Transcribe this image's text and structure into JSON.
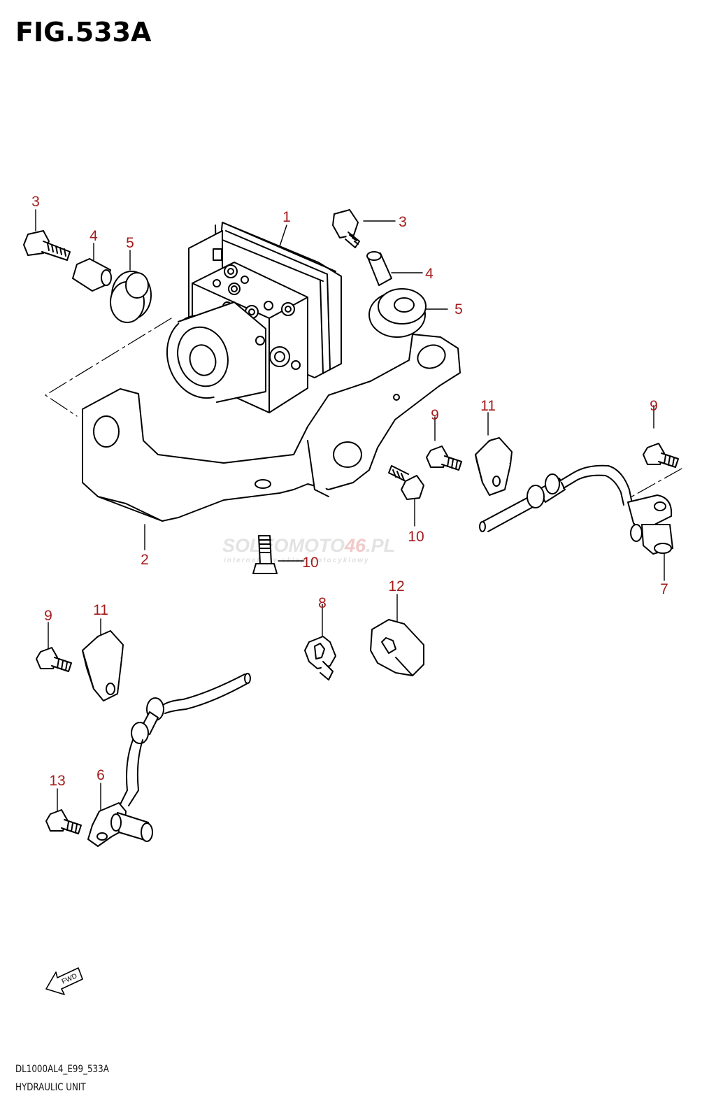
{
  "figure": {
    "title": "FIG.533A",
    "code": "DL1000AL4_E99_533A",
    "name": "HYDRAULIC UNIT"
  },
  "watermark": {
    "part1": "SOLEOMOTO",
    "part2": "46",
    "part3": ".PL",
    "tagline": "internetowy sklep motocyklowy"
  },
  "fwd_label": "FWD",
  "callouts": [
    {
      "id": "c1",
      "label": "1"
    },
    {
      "id": "c2",
      "label": "2"
    },
    {
      "id": "c3a",
      "label": "3"
    },
    {
      "id": "c3b",
      "label": "3"
    },
    {
      "id": "c4a",
      "label": "4"
    },
    {
      "id": "c4b",
      "label": "4"
    },
    {
      "id": "c5a",
      "label": "5"
    },
    {
      "id": "c5b",
      "label": "5"
    },
    {
      "id": "c6",
      "label": "6"
    },
    {
      "id": "c7",
      "label": "7"
    },
    {
      "id": "c8",
      "label": "8"
    },
    {
      "id": "c9a",
      "label": "9"
    },
    {
      "id": "c9b",
      "label": "9"
    },
    {
      "id": "c9c",
      "label": "9"
    },
    {
      "id": "c10a",
      "label": "10"
    },
    {
      "id": "c10b",
      "label": "10"
    },
    {
      "id": "c11a",
      "label": "11"
    },
    {
      "id": "c11b",
      "label": "11"
    },
    {
      "id": "c12",
      "label": "12"
    },
    {
      "id": "c13",
      "label": "13"
    }
  ],
  "colors": {
    "callout": "#a51c1c",
    "line": "#000000"
  }
}
